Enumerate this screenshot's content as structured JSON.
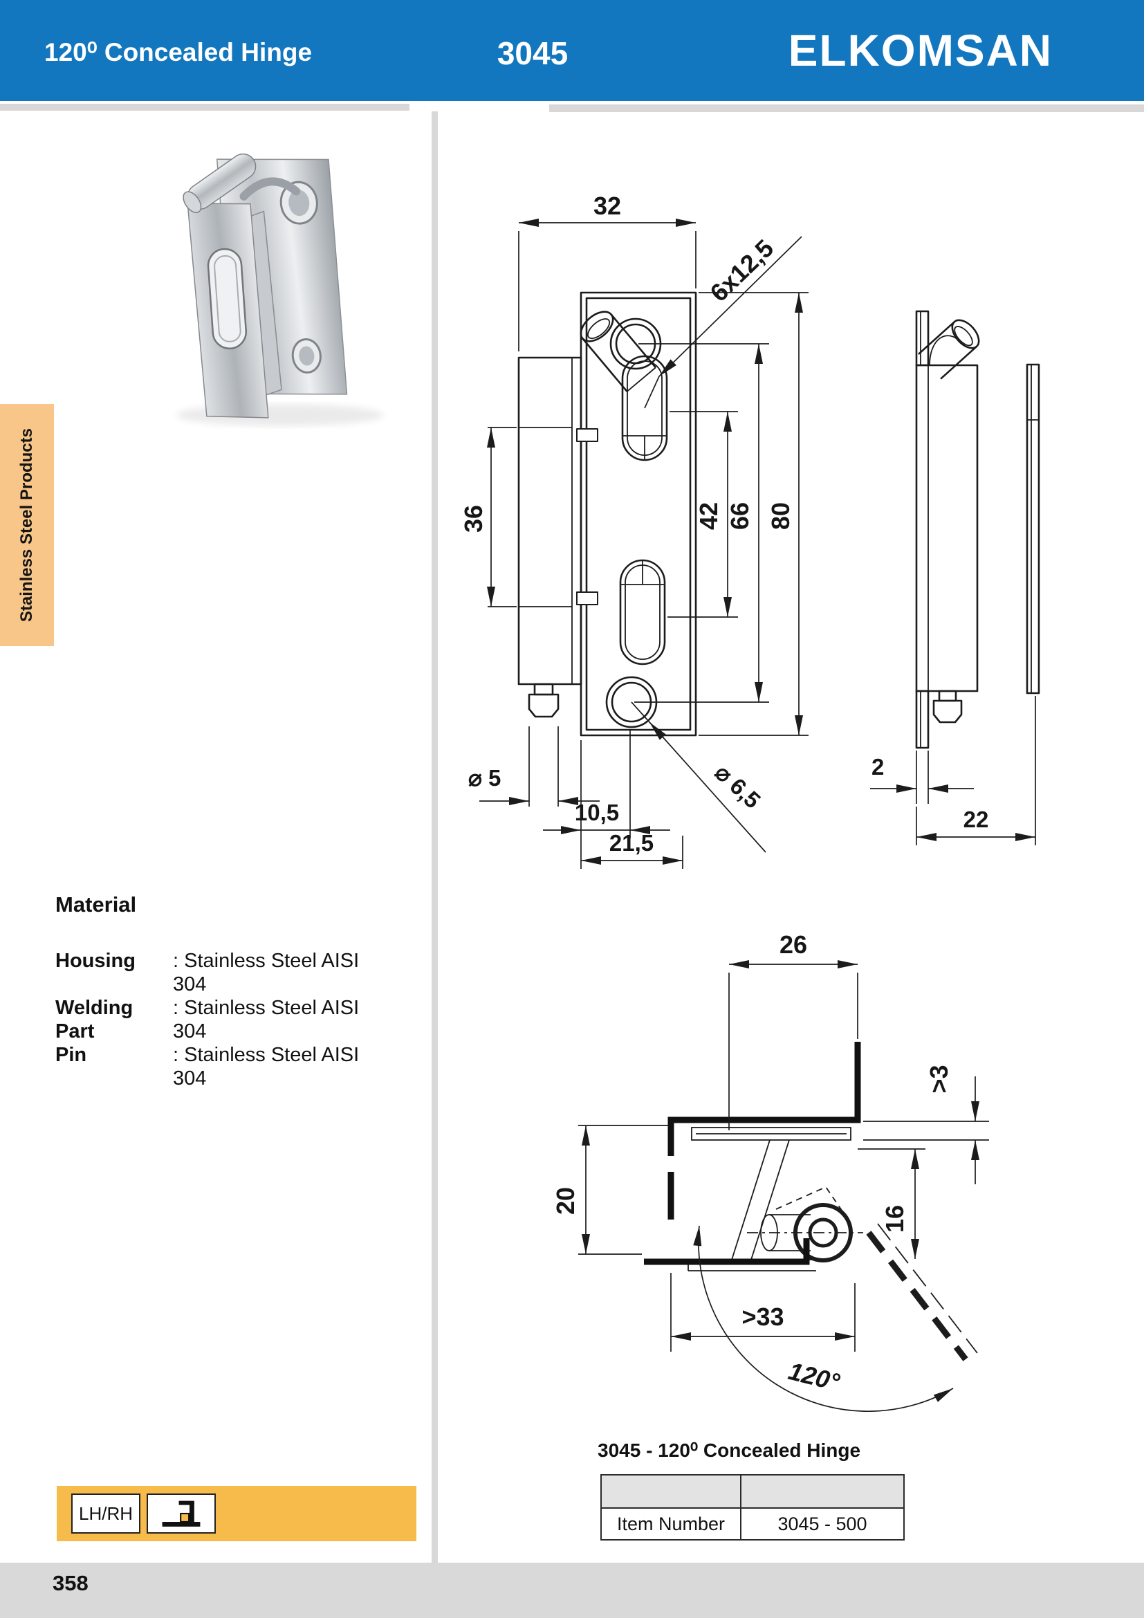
{
  "header": {
    "title": "120⁰ Concealed Hinge",
    "model": "3045",
    "brand": "ELKOMSAN"
  },
  "sidebar": {
    "tab_label": "Stainless Steel Products"
  },
  "material": {
    "heading": "Material",
    "rows": [
      {
        "label": "Housing",
        "value": ": Stainless Steel AISI 304"
      },
      {
        "label": "Welding Part",
        "value": ": Stainless Steel AISI 304"
      },
      {
        "label": "Pin",
        "value": ": Stainless Steel AISI 304"
      }
    ]
  },
  "drawings": {
    "front": {
      "overall_width": "32",
      "slot_size": "6x12,5",
      "weld_height": "36",
      "slot_spacing": "42",
      "hole_spacing": "66",
      "overall_height": "80",
      "pin_diameter": "⌀ 5",
      "hole_offset": "10,5",
      "hole_edge_distance": "21,5",
      "hole_diameter": "⌀ 6,5"
    },
    "side": {
      "plate_thickness": "2",
      "depth": "22"
    },
    "section": {
      "door_return": "26",
      "min_gap": ">3",
      "frame_return": "20",
      "pin_height": "16",
      "min_door_return": ">33",
      "opening_angle": "120°"
    }
  },
  "product_table": {
    "caption": "3045 - 120⁰ Concealed Hinge",
    "rows": [
      {
        "label": "Item Number",
        "value": "3045 - 500"
      }
    ]
  },
  "badges": {
    "handing": "LH/RH",
    "mounting_icon": "overlay-door-icon"
  },
  "footer": {
    "page_number": "358"
  },
  "colors": {
    "header_blue": "#1377BF",
    "tab_orange": "#F8C689",
    "bar_orange": "#F7BB4C",
    "footer_gray": "#D9D9D9",
    "table_header_gray": "#E3E3E3",
    "line": "#1C1C1C"
  }
}
